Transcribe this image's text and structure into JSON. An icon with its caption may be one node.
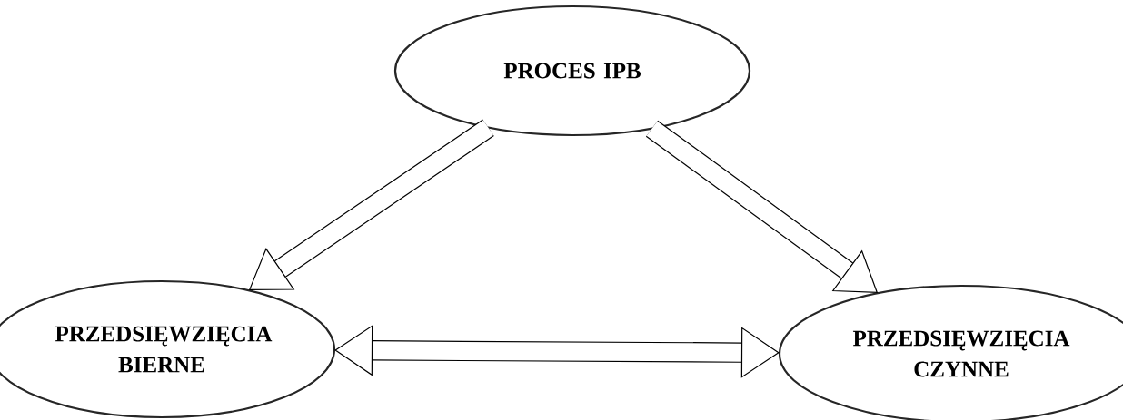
{
  "diagram": {
    "nodes": [
      {
        "text": [
          "PROCES IPB"
        ]
      },
      {
        "text": [
          "PRZEDSIĘWZIĘCIA BIERNE"
        ]
      },
      {
        "text": [
          "PRZEDSIĘWZIĘCIA CZYNNE"
        ]
      }
    ],
    "edges": [
      {
        "from": 0,
        "to": 1,
        "arrow": "to"
      },
      {
        "from": 0,
        "to": 2,
        "arrow": "to"
      },
      {
        "from": 1,
        "to": 2,
        "arrow": "both"
      }
    ]
  }
}
